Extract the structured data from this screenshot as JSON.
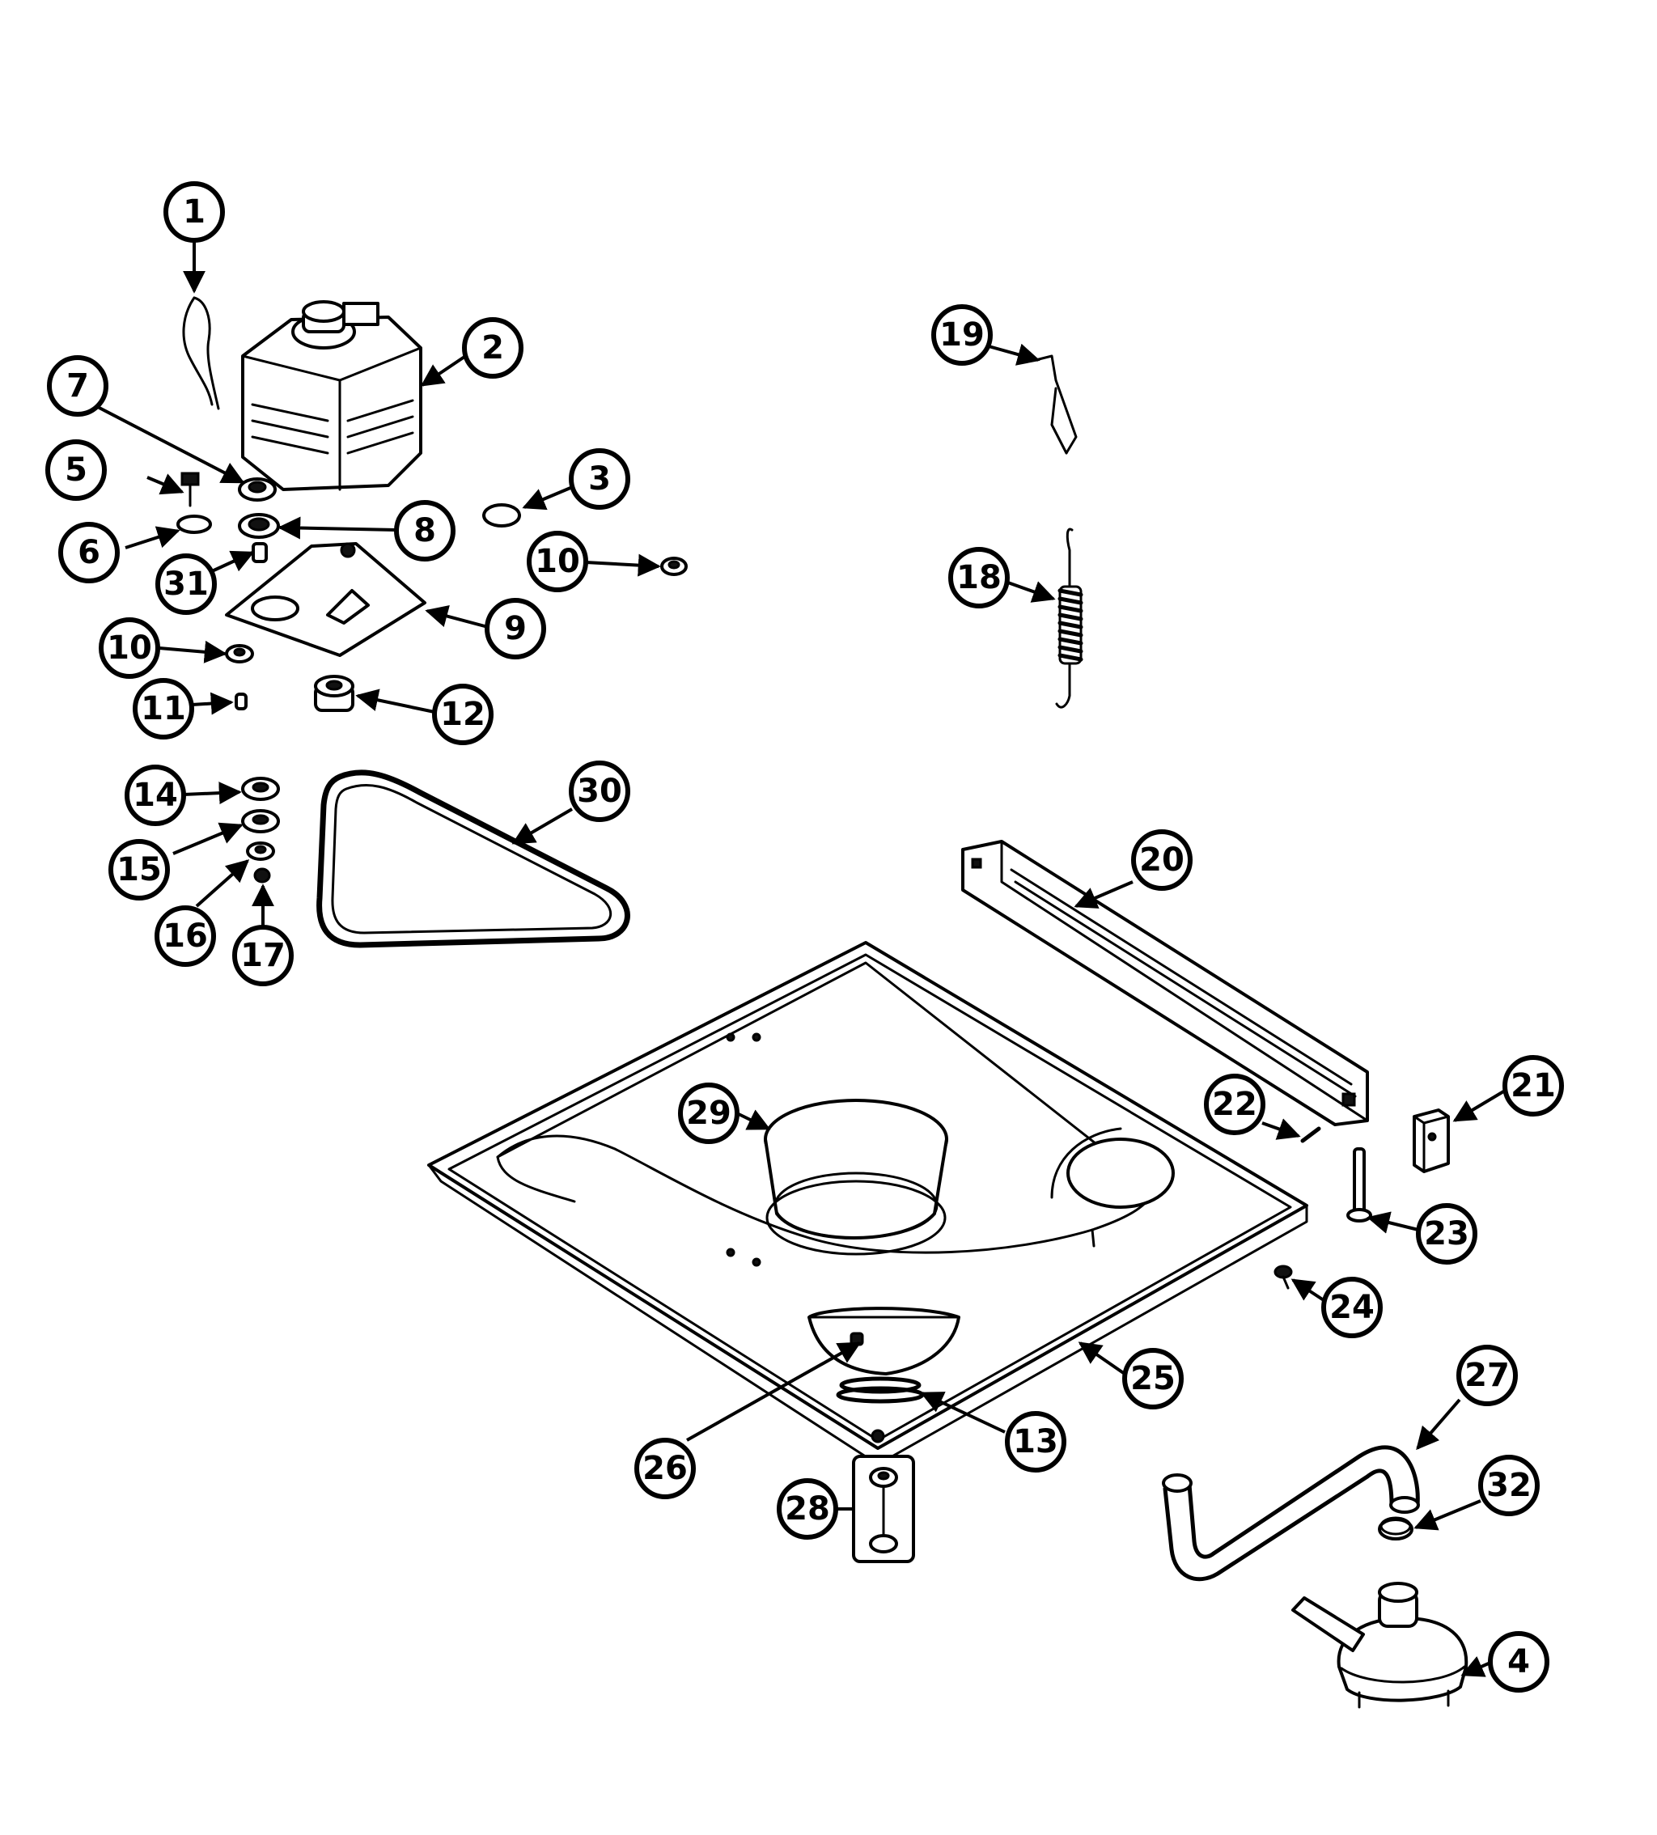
{
  "diagram": {
    "callouts": [
      {
        "id": "c1",
        "label": "1"
      },
      {
        "id": "c2",
        "label": "2"
      },
      {
        "id": "c3",
        "label": "3"
      },
      {
        "id": "c4",
        "label": "4"
      },
      {
        "id": "c5",
        "label": "5"
      },
      {
        "id": "c6",
        "label": "6"
      },
      {
        "id": "c7",
        "label": "7"
      },
      {
        "id": "c8",
        "label": "8"
      },
      {
        "id": "c9",
        "label": "9"
      },
      {
        "id": "c10a",
        "label": "10"
      },
      {
        "id": "c10b",
        "label": "10"
      },
      {
        "id": "c11",
        "label": "11"
      },
      {
        "id": "c12",
        "label": "12"
      },
      {
        "id": "c13",
        "label": "13"
      },
      {
        "id": "c14",
        "label": "14"
      },
      {
        "id": "c15",
        "label": "15"
      },
      {
        "id": "c16",
        "label": "16"
      },
      {
        "id": "c17",
        "label": "17"
      },
      {
        "id": "c18",
        "label": "18"
      },
      {
        "id": "c19",
        "label": "19"
      },
      {
        "id": "c20",
        "label": "20"
      },
      {
        "id": "c21",
        "label": "21"
      },
      {
        "id": "c22",
        "label": "22"
      },
      {
        "id": "c23",
        "label": "23"
      },
      {
        "id": "c24",
        "label": "24"
      },
      {
        "id": "c25",
        "label": "25"
      },
      {
        "id": "c26",
        "label": "26"
      },
      {
        "id": "c27",
        "label": "27"
      },
      {
        "id": "c28",
        "label": "28"
      },
      {
        "id": "c29",
        "label": "29"
      },
      {
        "id": "c30",
        "label": "30"
      },
      {
        "id": "c31",
        "label": "31"
      },
      {
        "id": "c32",
        "label": "32"
      }
    ]
  }
}
